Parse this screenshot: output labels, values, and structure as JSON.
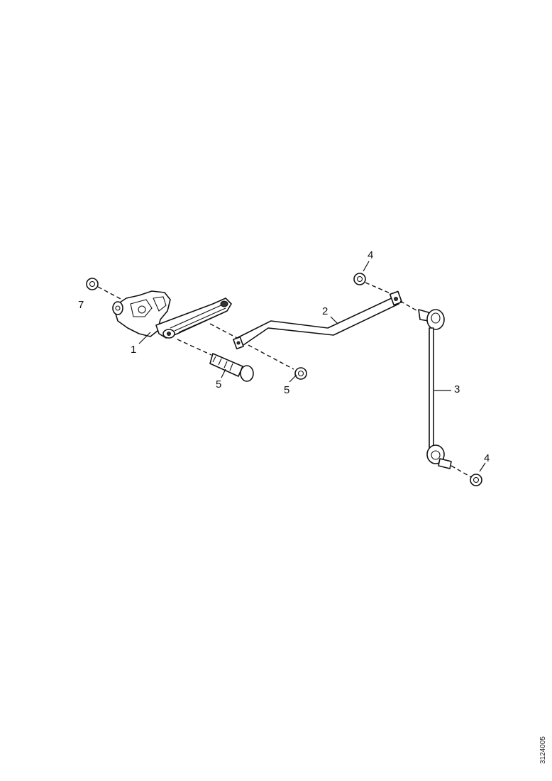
{
  "diagram": {
    "callouts": {
      "part_1": "1",
      "part_2": "2",
      "part_3": "3",
      "part_4_top": "4",
      "part_4_bottom": "4",
      "part_5_bolt": "5",
      "part_5_nut": "5",
      "part_7": "7"
    },
    "reference_code": "3124005"
  }
}
